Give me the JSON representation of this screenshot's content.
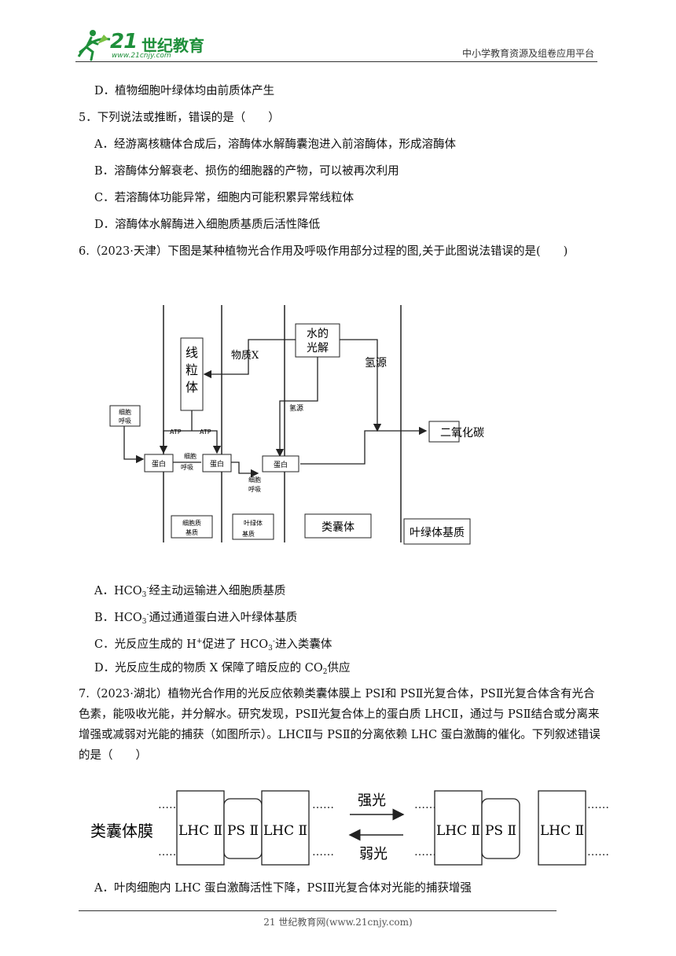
{
  "header": {
    "logo_number": "21",
    "logo_text": "世纪教育",
    "logo_url": "www.21cnjy.com",
    "right_text": "中小学教育资源及组卷应用平台"
  },
  "q4_option_d": "D．植物细胞叶绿体均由前质体产生",
  "q5": {
    "stem": "5．下列说法或推断，错误的是（　　）",
    "options": [
      "A．经游离核糖体合成后，溶酶体水解酶囊泡进入前溶酶体，形成溶酶体",
      "B．溶酶体分解衰老、损伤的细胞器的产物，可以被再次利用",
      "C．若溶酶体功能异常，细胞内可能积累异常线粒体",
      "D．溶酶体水解酶进入细胞质基质后活性降低"
    ]
  },
  "q6": {
    "stem": "6.（2023·天津）下图是某种植物光合作用及呼吸作用部分过程的图,关于此图说法错误的是(　　)",
    "diagram": {
      "mitochondria": "线粒体",
      "water_photolysis": "水的光解",
      "substance_x": "物质X",
      "hydrogen_source": "氢源",
      "hydrogen_source_small": "氢源",
      "cell_respiration": "细胞呼吸",
      "cell_respiration_mid": "细胞呼吸",
      "cell_respiration_low": "细胞呼吸",
      "atp1": "ATP",
      "atp2": "ATP",
      "protein1": "蛋白",
      "protein2": "蛋白",
      "protein3": "蛋白",
      "co2": "二氧化碳",
      "cytoplasm_matrix": "细胞质基质",
      "chloroplast_matrix_small": "叶绿体基质",
      "thylakoid": "类囊体",
      "chloroplast_matrix": "叶绿体基质"
    },
    "options": {
      "a_pre": "A．HCO",
      "a_sub": "3",
      "a_sup": "-",
      "a_post": "经主动运输进入细胞质基质",
      "b_pre": "B．HCO",
      "b_sub": "3",
      "b_sup": "-",
      "b_post": "通过通道蛋白进入叶绿体基质",
      "c_pre": "C．光反应生成的 H",
      "c_sup": "+",
      "c_mid": "促进了 HCO",
      "c_sub": "3",
      "c_sup2": "-",
      "c_post": "进入类囊体",
      "d_pre": "D．光反应生成的物质 X 保障了暗反应的 CO",
      "d_sub": "2",
      "d_post": "供应"
    }
  },
  "q7": {
    "stem": "7.（2023·湖北）植物光合作用的光反应依赖类囊体膜上 PSⅠ和 PSⅡ光复合体，PSⅡ光复合体含有光合色素，能吸收光能，并分解水。研究发现，PSⅡ光复合体上的蛋白质 LHCⅡ，通过与 PSⅡ结合或分离来增强或减弱对光能的捕获（如图所示）。LHCⅡ与 PSⅡ的分离依赖 LHC 蛋白激酶的催化。下列叙述错误的是（　　）",
    "diagram": {
      "membrane_label": "类囊体膜",
      "lhc_left1": "LHC Ⅱ",
      "ps_left": "PS Ⅱ",
      "lhc_left2": "LHC Ⅱ",
      "strong_light": "强光",
      "weak_light": "弱光",
      "lhc_right1": "LHC Ⅱ",
      "ps_right": "PS Ⅱ",
      "lhc_right2": "LHC Ⅱ"
    },
    "option_a": "A．叶肉细胞内 LHC 蛋白激酶活性下降，PSIⅡ光复合体对光能的捕获增强"
  },
  "footer": "21 世纪教育网(www.21cnjy.com)"
}
